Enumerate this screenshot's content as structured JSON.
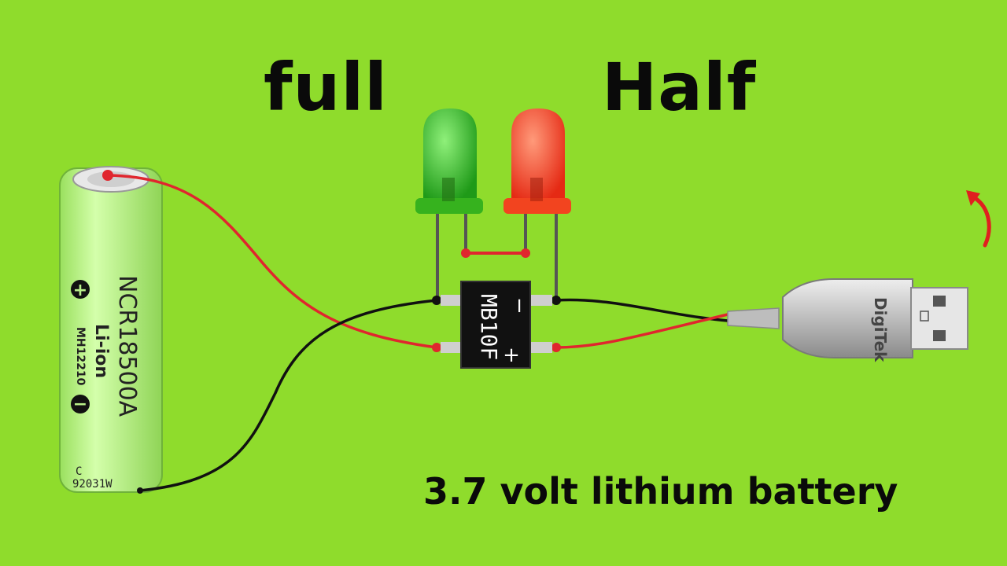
{
  "labels": {
    "full": "full",
    "half": "Half",
    "caption": "3.7 volt lithium battery"
  },
  "battery": {
    "model": "NCR18500A",
    "chemistry": "Li-ion",
    "code": "MH12210",
    "grade": "C",
    "serial": "92031W",
    "plus_symbol": "+",
    "minus_symbol": "−"
  },
  "bridge_rectifier": {
    "part": "MB10F",
    "minus_symbol": "−",
    "plus_symbol": "+"
  },
  "usb": {
    "brand": "DigiTek"
  },
  "leds": [
    {
      "name": "green-led",
      "color": "#3fb81f"
    },
    {
      "name": "red-led",
      "color": "#f4442a"
    }
  ],
  "colors": {
    "background": "#8fdc2c",
    "wire_red": "#e0262e",
    "wire_black": "#111111",
    "battery": "#b9f08a",
    "arrow": "#e01f1f"
  }
}
